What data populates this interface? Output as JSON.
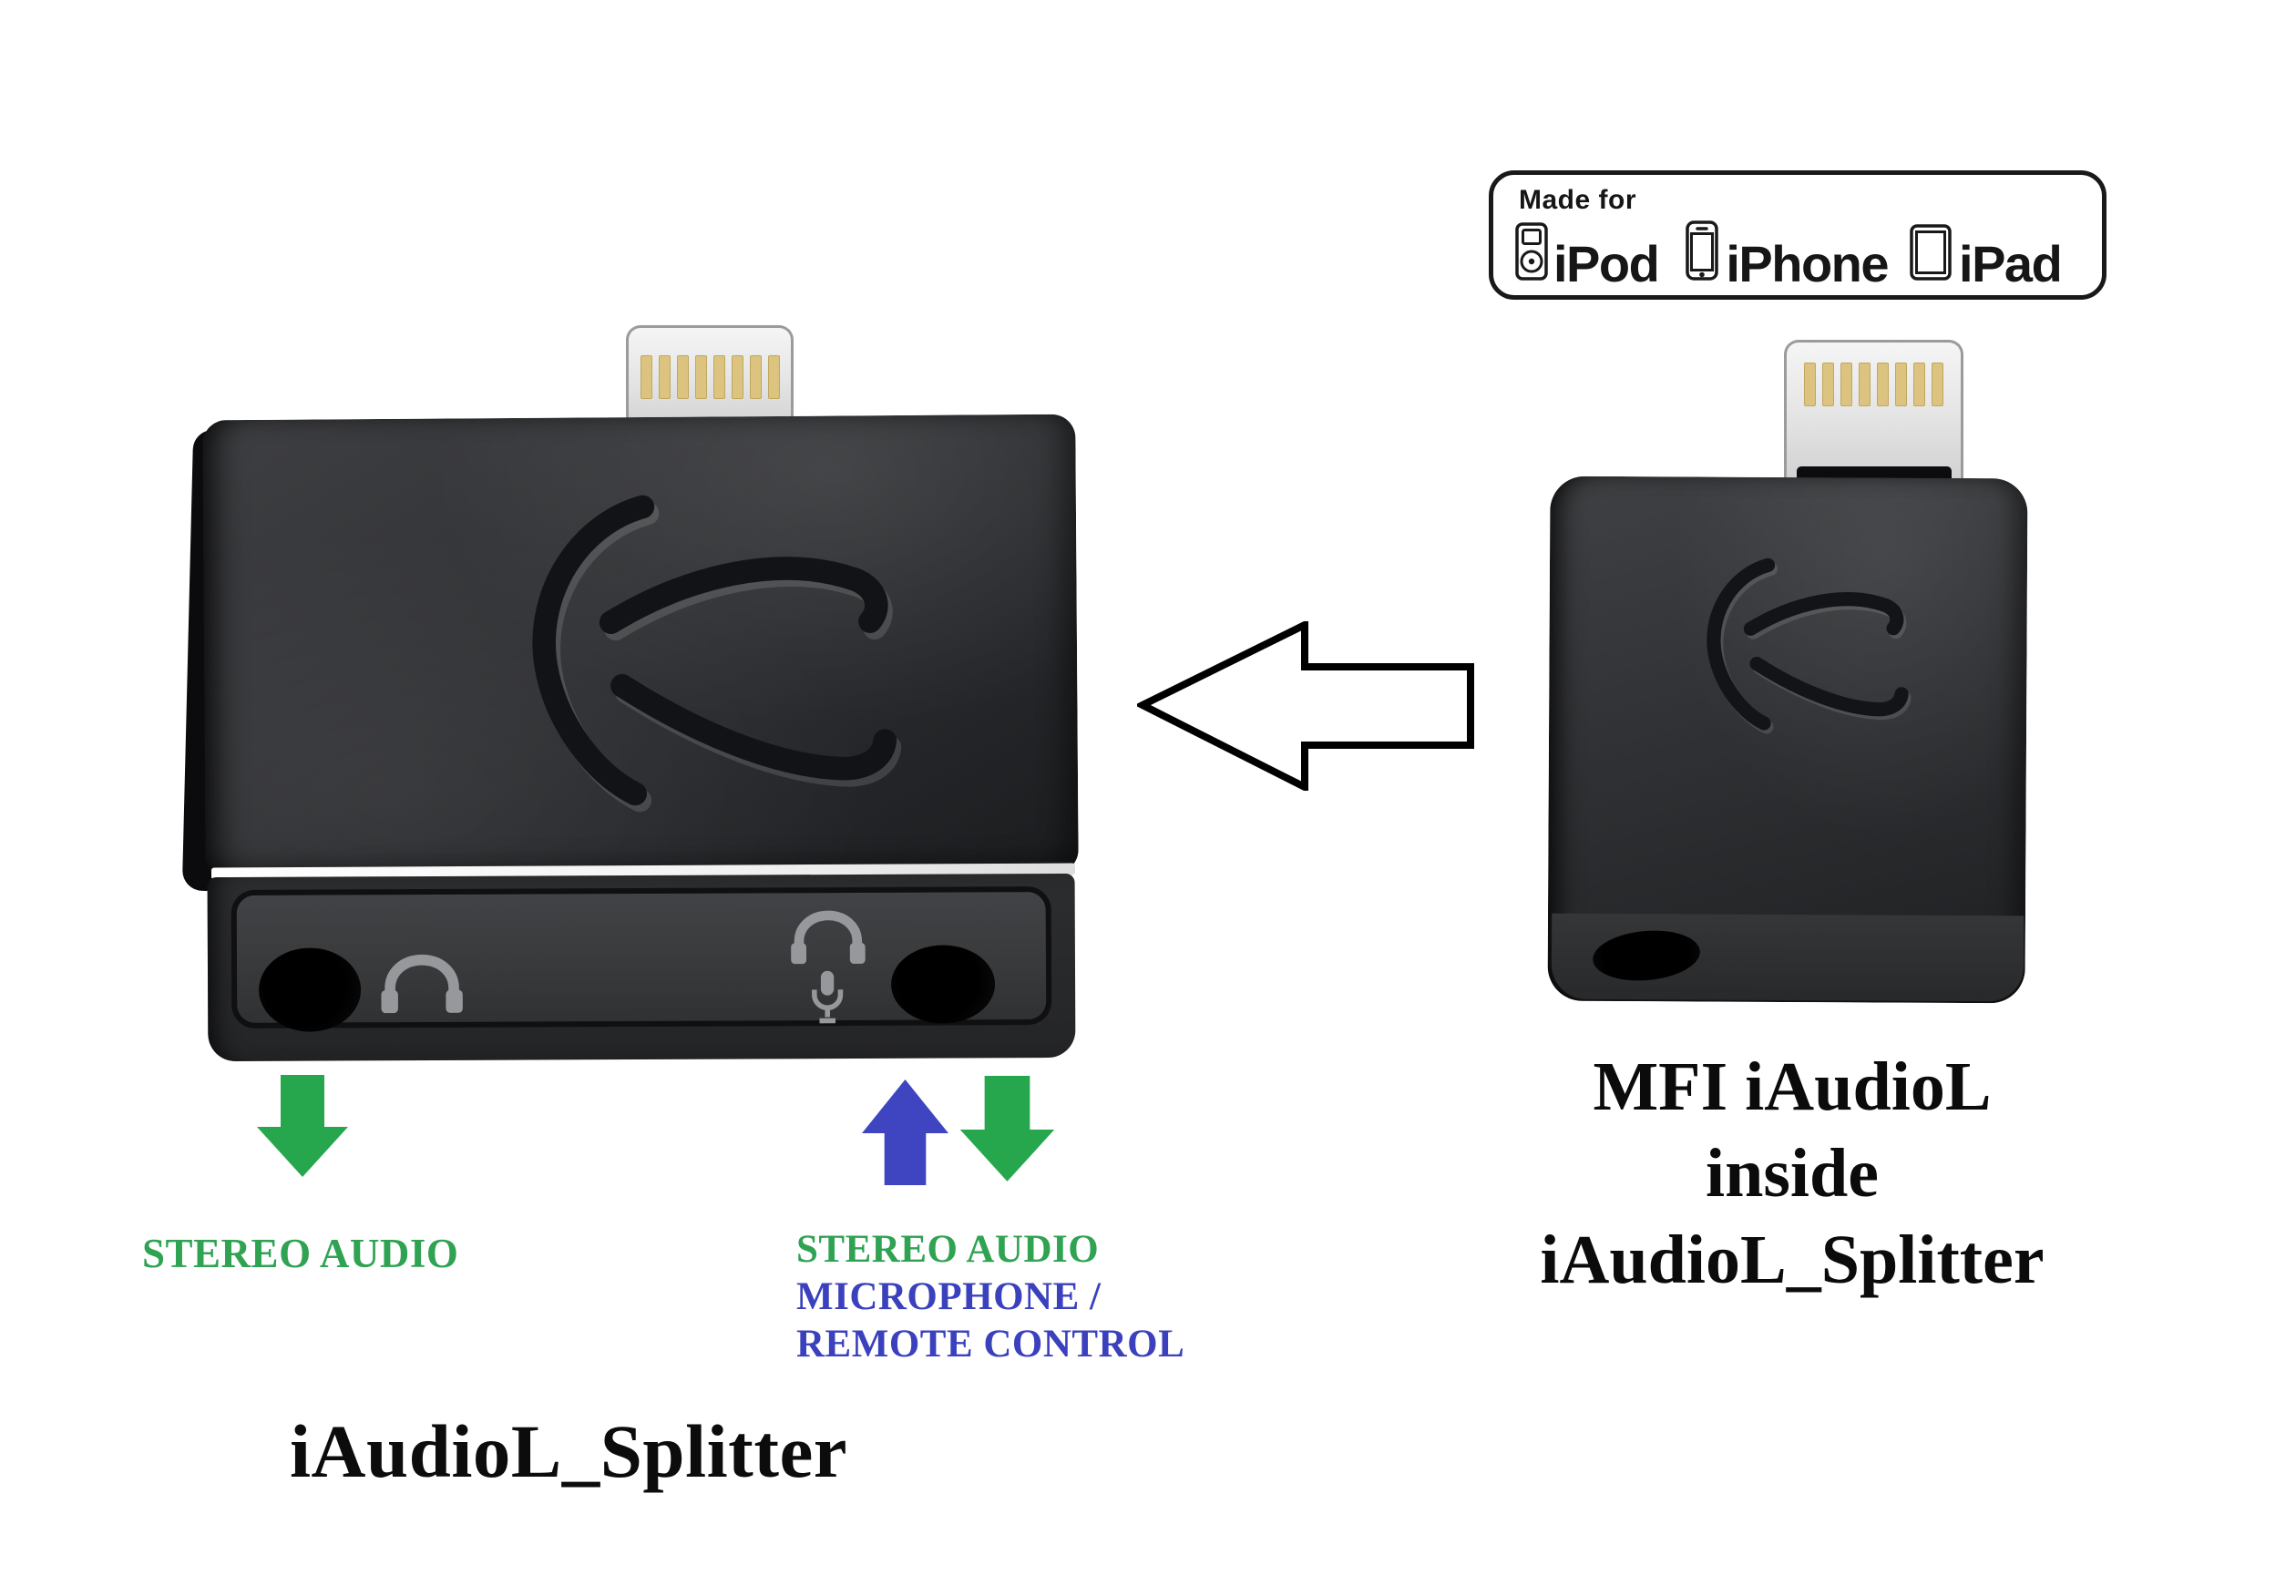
{
  "colors": {
    "background": "#ffffff",
    "arrow_green": "#27a74d",
    "arrow_blue": "#3f44c0",
    "label_green": "#2fa352",
    "label_blue": "#3b41bd",
    "caption_black": "#0b0b0b",
    "pin_gold": "#dcc480",
    "badge_ink": "#191919"
  },
  "mfi_badge": {
    "made_for": "Made for",
    "devices": [
      {
        "icon": "ipod-icon",
        "label": "iPod"
      },
      {
        "icon": "iphone-icon",
        "label": "iPhone"
      },
      {
        "icon": "ipad-icon",
        "label": "iPad"
      }
    ]
  },
  "left_device": {
    "title": "iAudioL_Splitter",
    "stereo_label": "STEREO AUDIO",
    "right_labels": [
      {
        "text": "STEREO AUDIO",
        "color": "#2fa352"
      },
      {
        "text": "MICROPHONE /",
        "color": "#3b41bd"
      },
      {
        "text": "REMOTE CONTROL",
        "color": "#3b41bd"
      }
    ]
  },
  "right_device": {
    "caption": [
      "MFI iAudioL",
      "inside",
      "iAudioL_Splitter"
    ]
  }
}
